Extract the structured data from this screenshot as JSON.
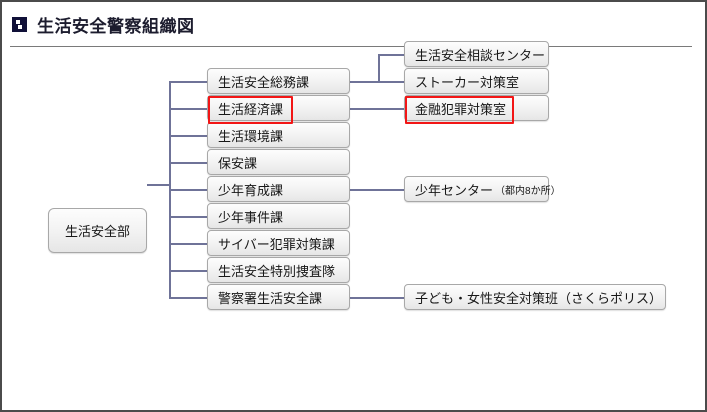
{
  "header": {
    "title": "生活安全警察組織図",
    "icon": "play-square-icon"
  },
  "colors": {
    "connector": "#6f7398",
    "highlight": "#f21616",
    "page_border": "#4b4b4b",
    "node_border": "#a8a8a8",
    "title_text": "#1c1c2e"
  },
  "chart_data": {
    "type": "diagram",
    "title": "生活安全警察組織図",
    "root": "生活安全部",
    "nodes": [
      {
        "id": "root",
        "label": "生活安全部",
        "level": 0,
        "highlighted": false
      },
      {
        "id": "m1",
        "label": "生活安全総務課",
        "level": 1,
        "highlighted": false
      },
      {
        "id": "m2",
        "label": "生活経済課",
        "level": 1,
        "highlighted": true
      },
      {
        "id": "m3",
        "label": "生活環境課",
        "level": 1,
        "highlighted": false
      },
      {
        "id": "m4",
        "label": "保安課",
        "level": 1,
        "highlighted": false
      },
      {
        "id": "m5",
        "label": "少年育成課",
        "level": 1,
        "highlighted": false
      },
      {
        "id": "m6",
        "label": "少年事件課",
        "level": 1,
        "highlighted": false
      },
      {
        "id": "m7",
        "label": "サイバー犯罪対策課",
        "level": 1,
        "highlighted": false
      },
      {
        "id": "m8",
        "label": "生活安全特別捜査隊",
        "level": 1,
        "highlighted": false
      },
      {
        "id": "m9",
        "label": "警察署生活安全課",
        "level": 1,
        "highlighted": false
      },
      {
        "id": "r1",
        "label": "生活安全相談センター",
        "level": 2,
        "highlighted": false
      },
      {
        "id": "r2",
        "label": "ストーカー対策室",
        "level": 2,
        "highlighted": false
      },
      {
        "id": "r3",
        "label": "金融犯罪対策室",
        "level": 2,
        "highlighted": true
      },
      {
        "id": "r4",
        "label": "少年センター",
        "level": 2,
        "highlighted": false,
        "note": "（都内8か所）"
      },
      {
        "id": "r5",
        "label": "子ども・女性安全対策班（さくらポリス）",
        "level": 2,
        "highlighted": false
      }
    ],
    "edges": [
      {
        "from": "root",
        "to": "m1"
      },
      {
        "from": "root",
        "to": "m2"
      },
      {
        "from": "root",
        "to": "m3"
      },
      {
        "from": "root",
        "to": "m4"
      },
      {
        "from": "root",
        "to": "m5"
      },
      {
        "from": "root",
        "to": "m6"
      },
      {
        "from": "root",
        "to": "m7"
      },
      {
        "from": "root",
        "to": "m8"
      },
      {
        "from": "m1",
        "to": "r1"
      },
      {
        "from": "m1",
        "to": "r2"
      },
      {
        "from": "m2",
        "to": "r3"
      },
      {
        "from": "m5",
        "to": "r4"
      },
      {
        "from": "m8",
        "to": "r5"
      }
    ]
  },
  "nodes": {
    "root": {
      "label": "生活安全部"
    },
    "m1": {
      "label": "生活安全総務課"
    },
    "m2": {
      "label": "生活経済課"
    },
    "m3": {
      "label": "生活環境課"
    },
    "m4": {
      "label": "保安課"
    },
    "m5": {
      "label": "少年育成課"
    },
    "m6": {
      "label": "少年事件課"
    },
    "m7": {
      "label": "サイバー犯罪対策課"
    },
    "m8": {
      "label": "生活安全特別捜査隊"
    },
    "m9": {
      "label": "警察署生活安全課"
    },
    "r1": {
      "label": "生活安全相談センター"
    },
    "r2": {
      "label": "ストーカー対策室"
    },
    "r3": {
      "label": "金融犯罪対策室"
    },
    "r4": {
      "label": "少年センター",
      "note": "（都内8か所）"
    },
    "r5": {
      "label": "子ども・女性安全対策班（さくらポリス）"
    }
  }
}
